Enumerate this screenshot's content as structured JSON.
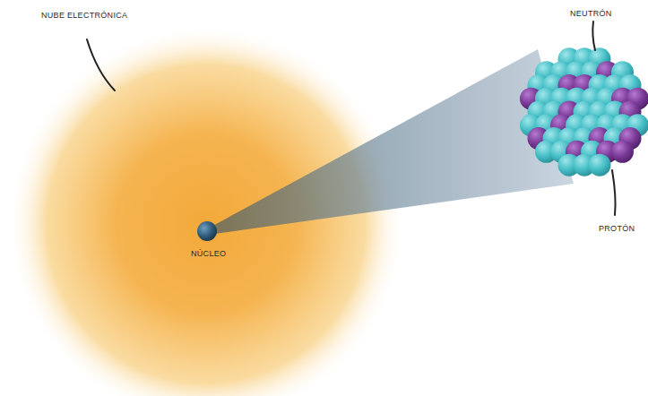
{
  "diagram": {
    "labels": [
      "NUBE ELECTRÓNICA",
      "NÚCLEO",
      "NEUTRÓN",
      "PROTÓN"
    ]
  }
}
